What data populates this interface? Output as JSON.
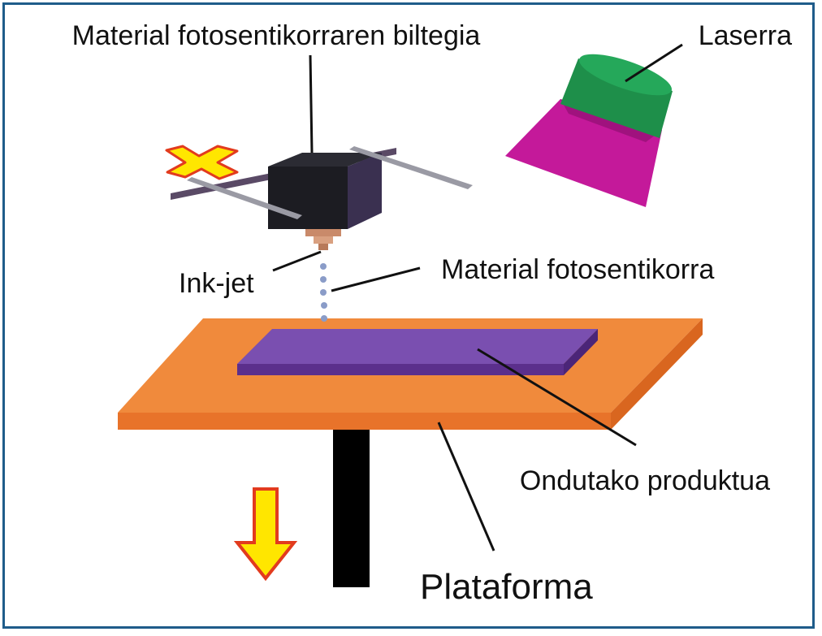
{
  "labels": {
    "reservoir": "Material fotosentikorraren biltegia",
    "laser": "Laserra",
    "inkjet": "Ink-jet",
    "material": "Material fotosentikorra",
    "product": "Ondutako produktua",
    "platform": "Plataforma"
  },
  "colors": {
    "frame": "#1f5c8a",
    "platform": "#f08a3c",
    "product": "#6a3f9e",
    "laser_body": "#1e8f4a",
    "laser_cone": "#c4199a",
    "print_head": "#1c1c22",
    "arrow_fill": "#ffe600",
    "arrow_outline": "#e23b1e",
    "droplets": "#8a9cc8"
  },
  "icons": {
    "direction_arrow": "down-arrow-icon",
    "axis_marker": "xy-cross-icon"
  }
}
